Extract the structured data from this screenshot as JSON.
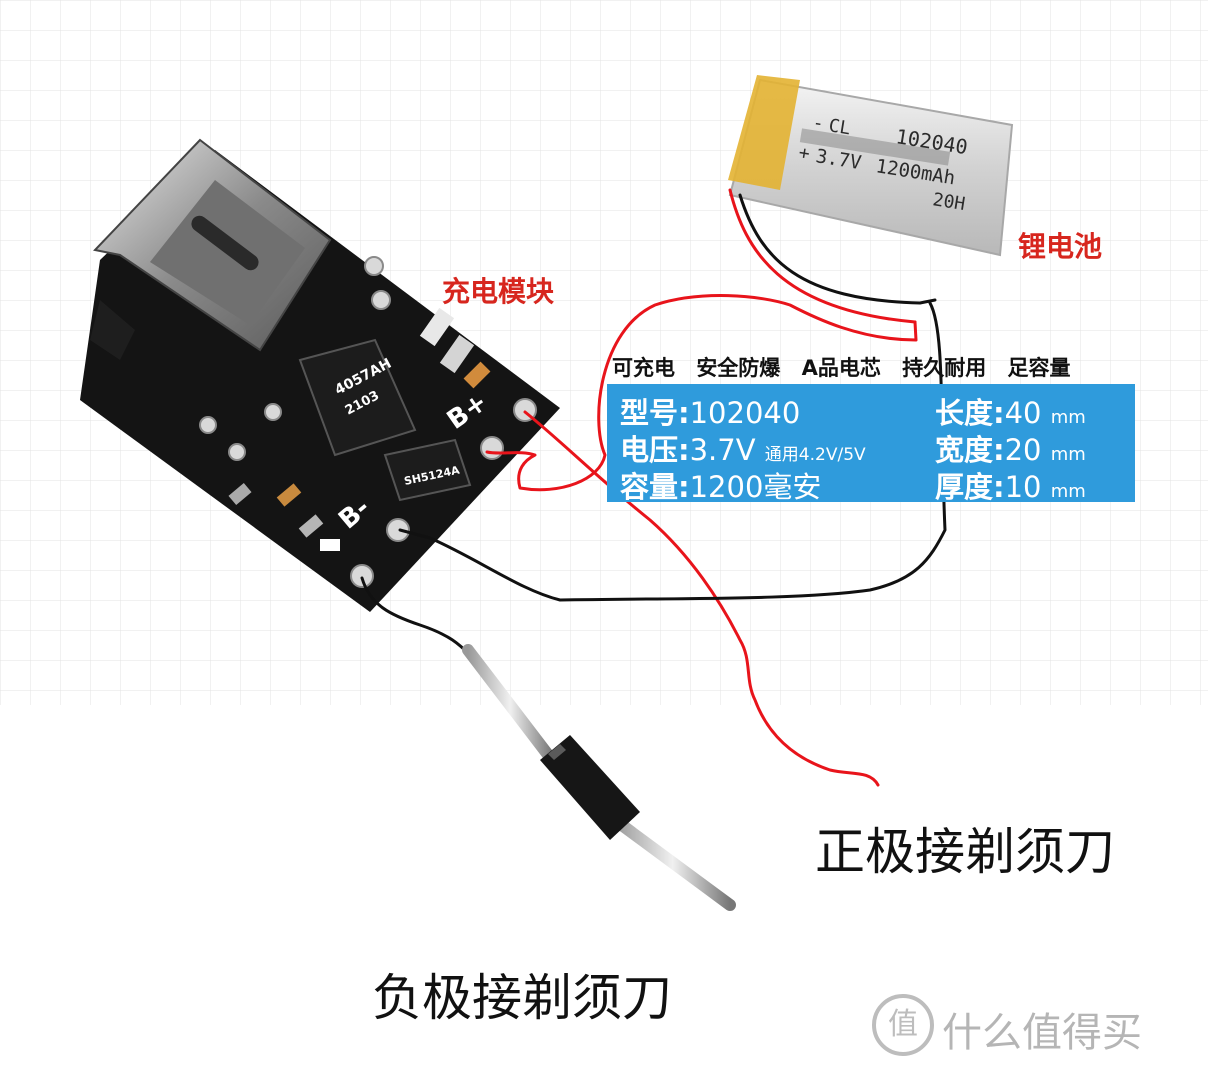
{
  "labels": {
    "charging_module": "充电模块",
    "lithium_battery": "锂电池",
    "positive_to_shaver": "正极接剃须刀",
    "negative_to_shaver": "负极接剃须刀"
  },
  "pcb": {
    "pad_b_plus": "B+",
    "pad_b_minus": "B-",
    "chip_main": "4057AH",
    "chip_code": "2103",
    "chip_small": "SH5124A"
  },
  "battery": {
    "brand": "CL",
    "model": "102040",
    "voltage": "3.7V",
    "capacity": "1200mAh",
    "plus_sign": "+",
    "minus_sign": "-",
    "code": "20H"
  },
  "spec_card": {
    "features": [
      "可充电",
      "安全防爆",
      "A品电芯",
      "持久耐用",
      "足容量"
    ],
    "rows": [
      {
        "k1": "型号:",
        "v1": "102040",
        "k2": "长度:",
        "v2": "40",
        "u2": "mm"
      },
      {
        "k1": "电压:",
        "v1": "3.7V",
        "v1_note": "通用4.2V/5V",
        "k2": "宽度:",
        "v2": "20",
        "u2": "mm"
      },
      {
        "k1": "容量:",
        "v1": "1200毫安",
        "k2": "厚度:",
        "v2": "10",
        "u2": "mm"
      }
    ]
  },
  "watermark": {
    "icon": "值",
    "text": "什么值得买"
  },
  "colors": {
    "red_wire": "#e8141b",
    "black_wire": "#111111",
    "pcb": "#141414",
    "spec_blue": "#2f9bdc",
    "label_red": "#d7261e"
  }
}
